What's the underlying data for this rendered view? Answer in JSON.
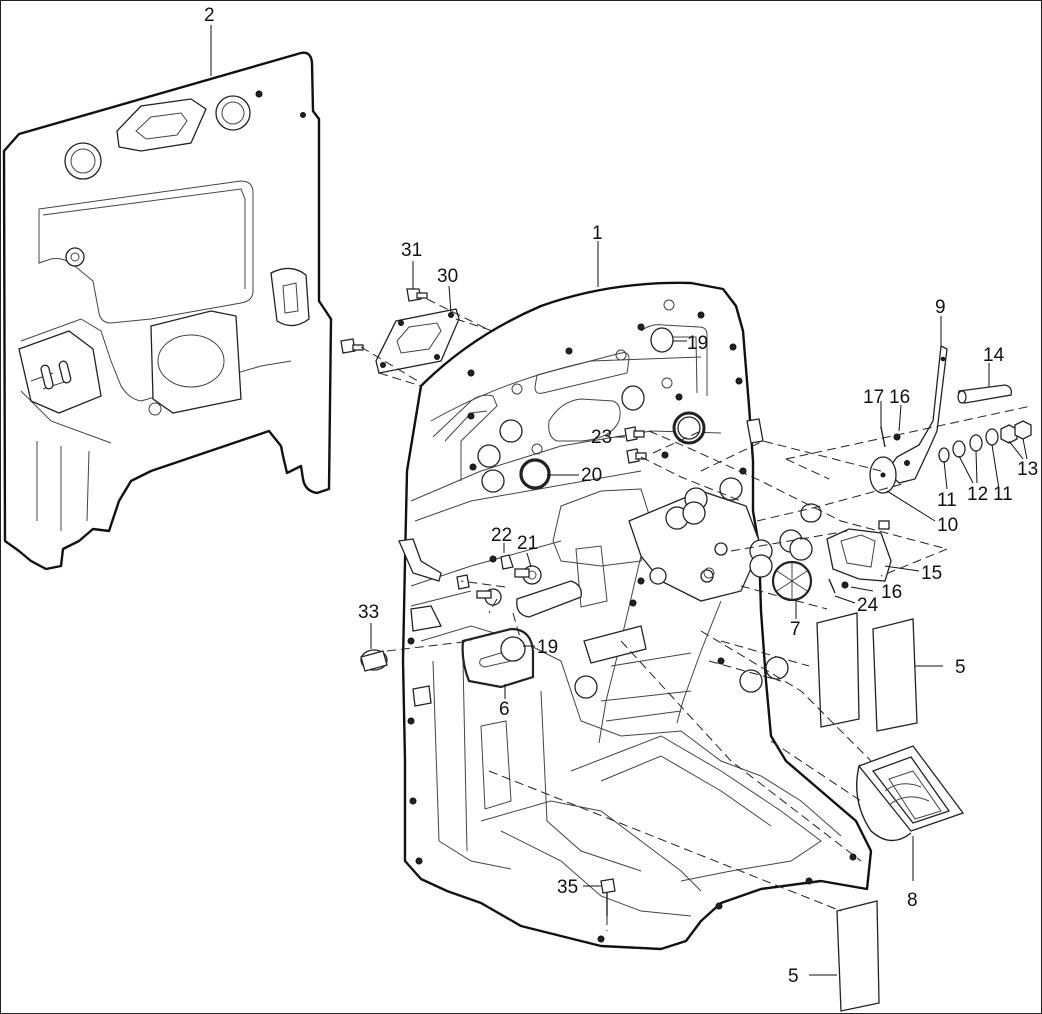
{
  "callouts": [
    {
      "id": "2",
      "text": "2"
    },
    {
      "id": "1",
      "text": "1"
    },
    {
      "id": "31",
      "text": "31"
    },
    {
      "id": "30",
      "text": "30"
    },
    {
      "id": "19a",
      "text": "19"
    },
    {
      "id": "9",
      "text": "9"
    },
    {
      "id": "14",
      "text": "14"
    },
    {
      "id": "17",
      "text": "17"
    },
    {
      "id": "16a",
      "text": "16"
    },
    {
      "id": "23",
      "text": "23"
    },
    {
      "id": "20",
      "text": "20"
    },
    {
      "id": "11a",
      "text": "11"
    },
    {
      "id": "12",
      "text": "12"
    },
    {
      "id": "11b",
      "text": "11"
    },
    {
      "id": "13",
      "text": "13"
    },
    {
      "id": "10",
      "text": "10"
    },
    {
      "id": "22",
      "text": "22"
    },
    {
      "id": "21",
      "text": "21"
    },
    {
      "id": "15",
      "text": "15"
    },
    {
      "id": "16b",
      "text": "16"
    },
    {
      "id": "24",
      "text": "24"
    },
    {
      "id": "33",
      "text": "33"
    },
    {
      "id": "19b",
      "text": "19"
    },
    {
      "id": "7",
      "text": "7"
    },
    {
      "id": "5a",
      "text": "5"
    },
    {
      "id": "6",
      "text": "6"
    },
    {
      "id": "8",
      "text": "8"
    },
    {
      "id": "35",
      "text": "35"
    },
    {
      "id": "5b",
      "text": "5"
    }
  ]
}
